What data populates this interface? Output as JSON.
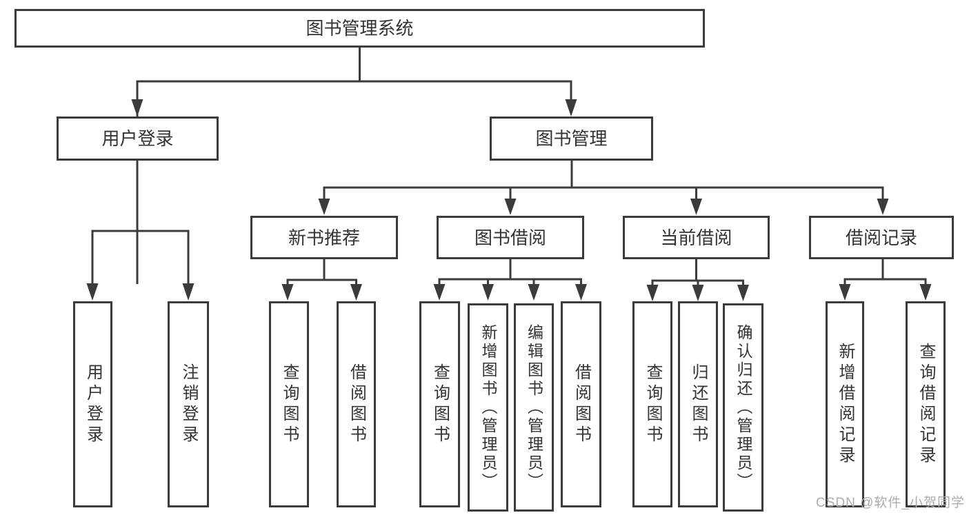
{
  "diagram": {
    "type": "tree",
    "title": "图书管理系统",
    "watermark": "CSDN @软件_小贺同学",
    "colors": {
      "line": "#3b3b3b",
      "text": "#333333",
      "box_fill": "#ffffff",
      "background": "#ffffff",
      "watermark": "#ababab"
    },
    "nodes": {
      "root": {
        "label": "图书管理系统"
      },
      "user_login": {
        "label": "用户登录"
      },
      "book_mgmt": {
        "label": "图书管理"
      },
      "new_book_rec": {
        "label": "新书推荐"
      },
      "book_borrow": {
        "label": "图书借阅"
      },
      "current_borrow": {
        "label": "当前借阅"
      },
      "borrow_records": {
        "label": "借阅记录"
      },
      "login_leaf": {
        "label": "用户登录"
      },
      "logout_leaf": {
        "label": "注销登录"
      },
      "nb_query": {
        "label": "查询图书"
      },
      "nb_borrow": {
        "label": "借阅图书"
      },
      "bb_query": {
        "label": "查询图书"
      },
      "bb_add": {
        "label": "新增图书（管理员）"
      },
      "bb_edit": {
        "label": "编辑图书（管理员）"
      },
      "bb_borrow": {
        "label": "借阅图书"
      },
      "cb_query": {
        "label": "查询图书"
      },
      "cb_return": {
        "label": "归还图书"
      },
      "cb_confirm": {
        "label": "确认归还（管理员）"
      },
      "br_add": {
        "label": "新增借阅记录"
      },
      "br_query": {
        "label": "查询借阅记录"
      }
    },
    "hierarchy": {
      "root": [
        "user_login",
        "book_mgmt"
      ],
      "user_login": [
        "login_leaf",
        "logout_leaf"
      ],
      "book_mgmt": [
        "new_book_rec",
        "book_borrow",
        "current_borrow",
        "borrow_records"
      ],
      "new_book_rec": [
        "nb_query",
        "nb_borrow"
      ],
      "book_borrow": [
        "bb_query",
        "bb_add",
        "bb_edit",
        "bb_borrow"
      ],
      "current_borrow": [
        "cb_query",
        "cb_return",
        "cb_confirm"
      ],
      "borrow_records": [
        "br_add",
        "br_query"
      ]
    }
  }
}
